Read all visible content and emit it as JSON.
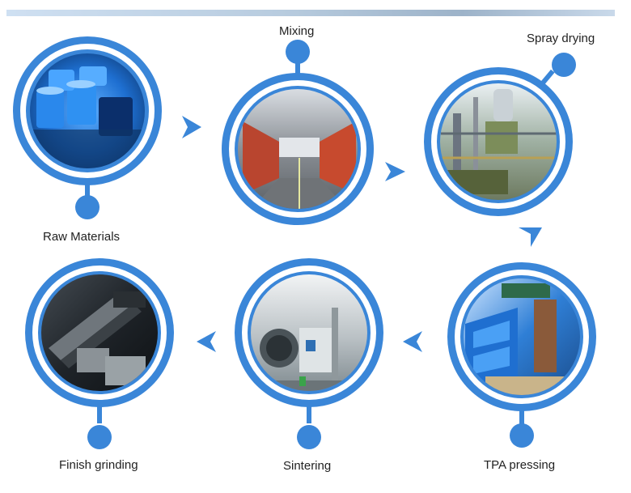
{
  "steps": [
    {
      "id": "raw-materials",
      "label": "Raw Materials"
    },
    {
      "id": "mixing",
      "label": "Mixing"
    },
    {
      "id": "spray-drying",
      "label": "Spray drying"
    },
    {
      "id": "tpa-pressing",
      "label": "TPA pressing"
    },
    {
      "id": "sintering",
      "label": "Sintering"
    },
    {
      "id": "finish-grinding",
      "label": "Finish grinding"
    }
  ],
  "colors": {
    "ring": "#3a86d8",
    "arrow": "#3a86d8",
    "text": "#222222"
  }
}
